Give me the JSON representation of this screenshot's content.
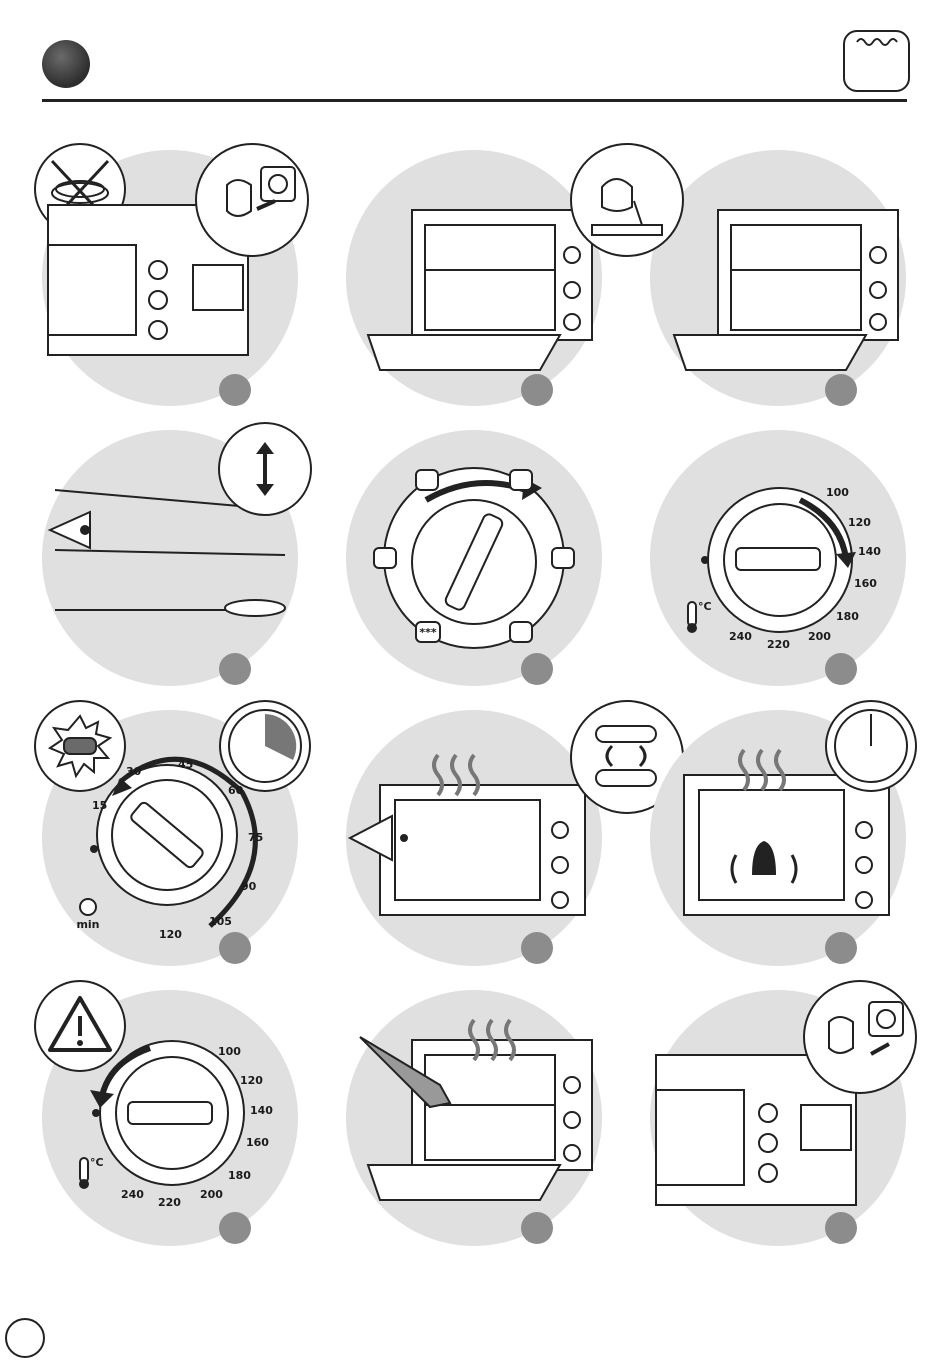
{
  "header": {
    "mode_icon": "top-heat-wave-icon",
    "bullet_icon": "filled-circle-icon"
  },
  "dials": {
    "temperature_scale": [
      "100",
      "120",
      "140",
      "160",
      "180",
      "200",
      "220",
      "240"
    ],
    "temperature_unit": "°C",
    "timer_scale": [
      "15",
      "30",
      "45",
      "60",
      "75",
      "90",
      "105",
      "120"
    ],
    "timer_unit": "min",
    "mode_symbol": "***"
  },
  "steps": [
    {
      "icon": "unwrap-cord-icon"
    },
    {
      "icon": "plug-in-icon"
    },
    {
      "icon": "insert-rack-icon"
    },
    {
      "icon": "pour-water-tray-icon"
    },
    {
      "icon": "insert-tray-icon"
    },
    {
      "icon": "rack-height-icon"
    },
    {
      "icon": "mode-dial-icon"
    },
    {
      "icon": "temperature-dial-icon"
    },
    {
      "icon": "timer-dial-icon"
    },
    {
      "icon": "turn-food-icon"
    },
    {
      "icon": "bell-icon"
    },
    {
      "icon": "warning-icon"
    },
    {
      "icon": "remove-food-icon"
    },
    {
      "icon": "unplug-icon"
    }
  ]
}
